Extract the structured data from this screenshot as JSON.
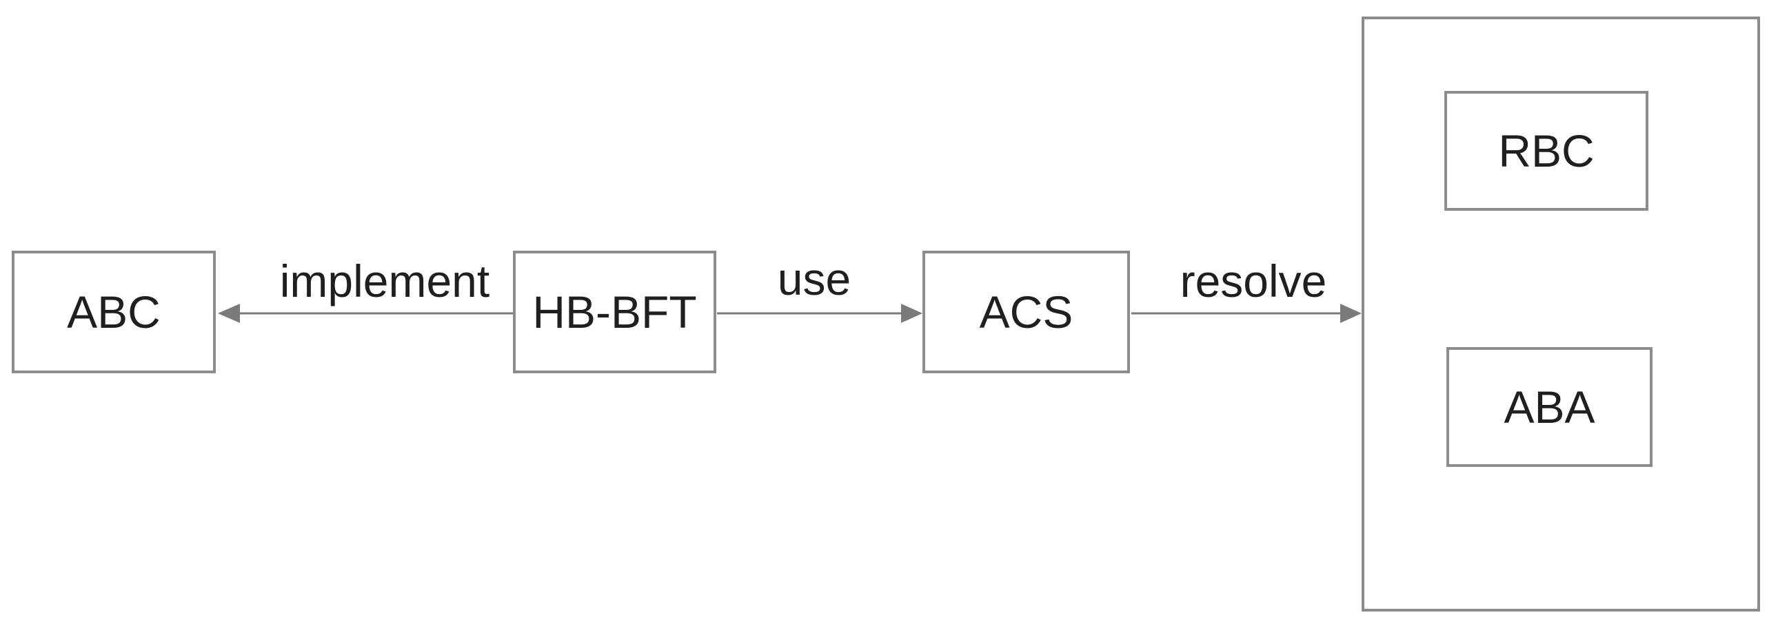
{
  "diagram": {
    "type": "flow-diagram",
    "colors": {
      "background": "#ffffff",
      "box_stroke": "#8c8c8c",
      "arrow": "#7a7a7a",
      "text": "#1f1f1f"
    },
    "nodes": {
      "abc": {
        "label": "ABC"
      },
      "hb_bft": {
        "label": "HB-BFT"
      },
      "acs": {
        "label": "ACS"
      },
      "rbc": {
        "label": "RBC"
      },
      "aba": {
        "label": "ABA"
      }
    },
    "edges": {
      "implement": {
        "label": "implement",
        "from": "HB-BFT",
        "to": "ABC"
      },
      "use": {
        "label": "use",
        "from": "HB-BFT",
        "to": "ACS"
      },
      "resolve": {
        "label": "resolve",
        "from": "ACS",
        "to": "RBC-ABA-group"
      }
    }
  }
}
